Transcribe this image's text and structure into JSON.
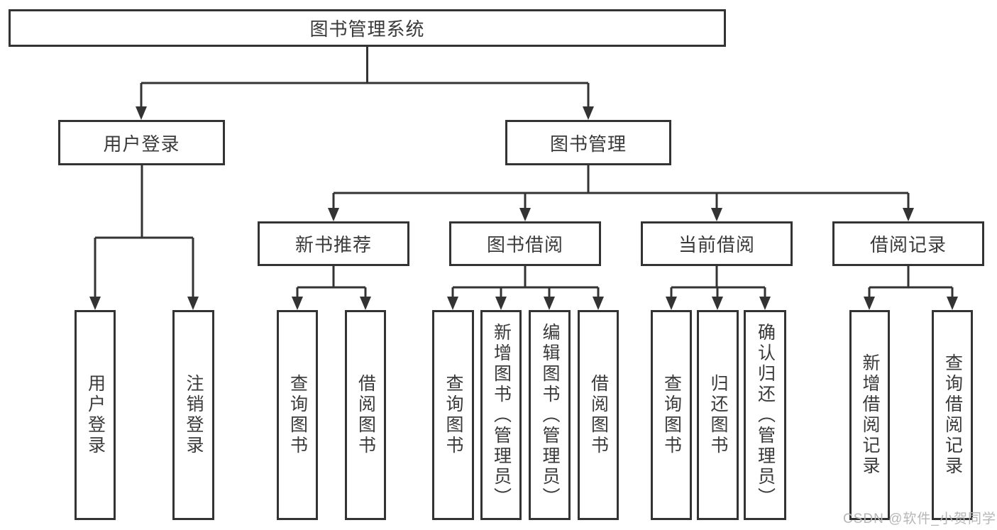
{
  "tree": {
    "root": {
      "label": "图书管理系统",
      "children": [
        {
          "label": "用户登录",
          "children": [
            {
              "label": "用户登录"
            },
            {
              "label": "注销登录"
            }
          ]
        },
        {
          "label": "图书管理",
          "children": [
            {
              "label": "新书推荐",
              "children": [
                {
                  "label": "查询图书"
                },
                {
                  "label": "借阅图书"
                }
              ]
            },
            {
              "label": "图书借阅",
              "children": [
                {
                  "label": "查询图书"
                },
                {
                  "label": "新增图书（管理员）"
                },
                {
                  "label": "编辑图书（管理员）"
                },
                {
                  "label": "借阅图书"
                }
              ]
            },
            {
              "label": "当前借阅",
              "children": [
                {
                  "label": "查询图书"
                },
                {
                  "label": "归还图书"
                },
                {
                  "label": "确认归还（管理员）"
                }
              ]
            },
            {
              "label": "借阅记录",
              "children": [
                {
                  "label": "新增借阅记录"
                },
                {
                  "label": "查询借阅记录"
                }
              ]
            }
          ]
        }
      ]
    }
  },
  "colors": {
    "line": "#333333",
    "text": "#3a3a3a",
    "watermark": "#b6b6b6"
  },
  "watermark": "CSDN @软件_小贺同学"
}
